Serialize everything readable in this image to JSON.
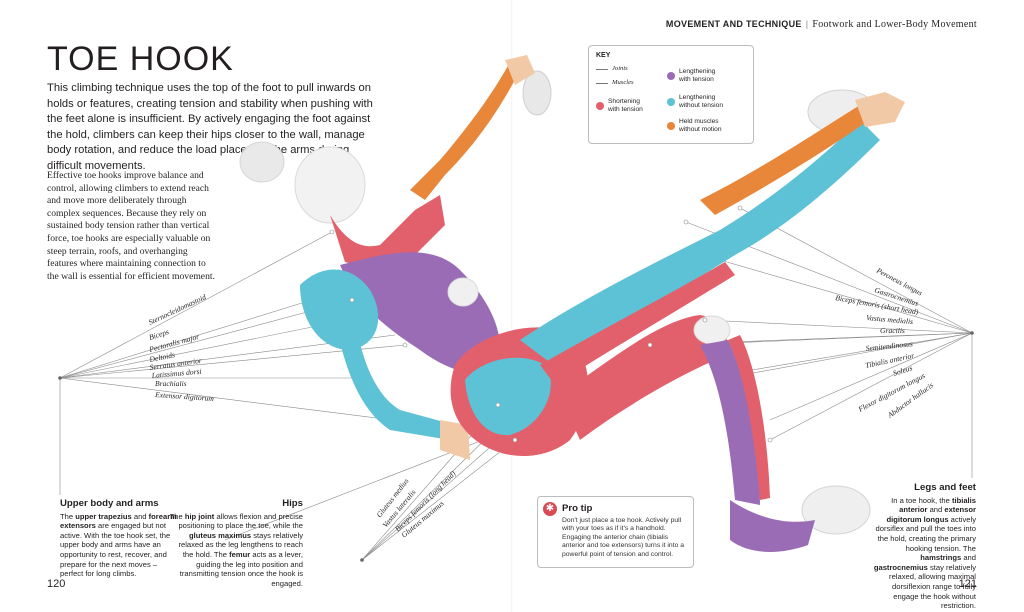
{
  "running_head": {
    "section": "MOVEMENT AND TECHNIQUE",
    "separator": "|",
    "subsection": "Footwork and Lower-Body Movement"
  },
  "title": "TOE HOOK",
  "lead": "This climbing technique uses the top of the foot to pull inwards on holds or features, creating tension and stability when pushing with the feet alone is insufficient. By actively engaging the foot against the hold, climbers can keep their hips closer to the wall, manage body rotation, and reduce the load placed on the arms during difficult movements.",
  "body": "Effective toe hooks improve balance and control, allowing climbers to extend reach and move more deliberately through complex sequences. Because they rely on sustained body tension rather than vertical force, toe hooks are especially valuable on steep terrain, roofs, and overhanging features where maintaining connection to the wall is essential for efficient movement.",
  "key": {
    "title": "KEY",
    "joints": "Joints",
    "muscles": "Muscles",
    "items": [
      {
        "label_1": "Shortening",
        "label_2": "with tension",
        "color": "#e2606b"
      },
      {
        "label_1": "Lengthening",
        "label_2": "with tension",
        "color": "#9a6cb6"
      },
      {
        "label_1": "Lengthening",
        "label_2": "without tension",
        "color": "#5ec2d6"
      },
      {
        "label_1": "Held muscles",
        "label_2": "without motion",
        "color": "#e8863a"
      }
    ]
  },
  "labels_left": [
    "Sternocleidomastoid",
    "Biceps",
    "Pectoralis major",
    "Deltoids",
    "Serratus anterior",
    "Latissimus dorsi",
    "Brachialis",
    "Extensor digitorum"
  ],
  "labels_right": [
    "Peroneus longus",
    "Gastrocnemius",
    "Biceps femoris (short head)",
    "Vastus medialis",
    "Gracilis",
    "Semitendinosus",
    "Tibialis anterior",
    "Soleus",
    "Flexor digitorum longus",
    "Abductor hallucis"
  ],
  "labels_bottom": [
    "Gluteus medius",
    "Vastus lateralis",
    "Biceps femoris (long head)",
    "Gluteus maximus"
  ],
  "upper_body": {
    "heading": "Upper body and arms",
    "s1": "The ",
    "b1": "upper trapezius",
    "s2": " and ",
    "b2": "forearm extensors",
    "s3": " are engaged but not active. With the toe hook set, the upper body and arms have an opportunity to rest, recover, and prepare for the next moves – perfect for long climbs."
  },
  "hips": {
    "heading": "Hips",
    "s1": "The ",
    "b1": "hip joint",
    "s2": " allows flexion and precise positioning to place the toe, while the ",
    "b2": "gluteus maximus",
    "s3": " stays relatively relaxed as the leg lengthens to reach the hold. The ",
    "b3": "femur",
    "s4": " acts as a lever, guiding the leg into position and transmitting tension once the hook is engaged."
  },
  "protip": {
    "heading": "Pro tip",
    "text": "Don't just place a toe hook. Actively pull with your toes as if it's a handhold. Engaging the anterior chain (tibialis anterior and toe extensors) turns it into a powerful point of tension and control."
  },
  "legs": {
    "heading": "Legs and feet",
    "s1": "In a toe hook, the ",
    "b1": "tibialis anterior",
    "s2": " and ",
    "b2": "extensor digitorum longus",
    "s3": " actively dorsiflex and pull the toes into the hold, creating the primary hooking tension. The ",
    "b3": "hamstrings",
    "s4": " and ",
    "b4": "gastrocnemius",
    "s5": " stay relatively relaxed, allowing maximal dorsiflexion range to fully engage the hook without restriction."
  },
  "page_left": "120",
  "page_right": "121"
}
